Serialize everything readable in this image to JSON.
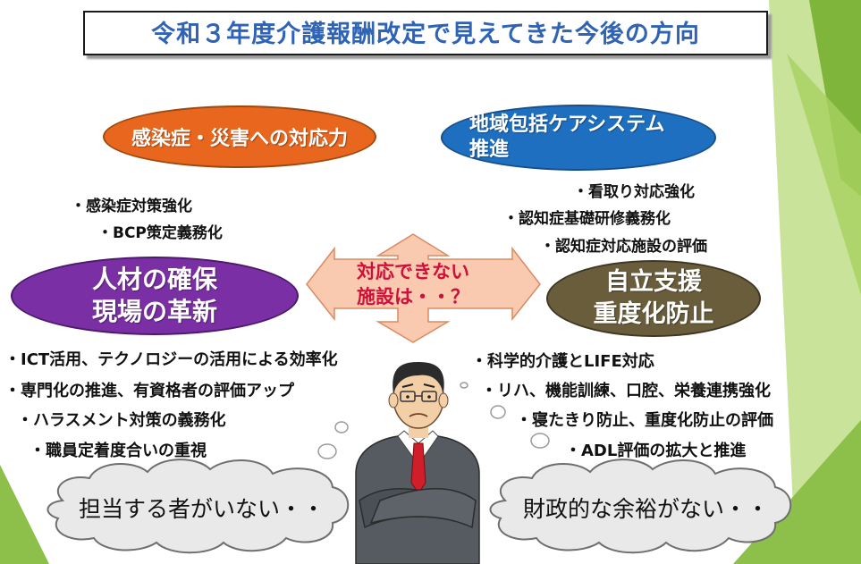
{
  "title": "令和３年度介護報酬改定で見えてきた今後の方向",
  "topics": {
    "infection": {
      "label": "感染症・災害への対応力",
      "color": "#e8661d",
      "items": [
        "・感染症対策強化",
        "・BCP策定義務化"
      ]
    },
    "community": {
      "line1": "地域包括ケアシステム",
      "line2": "推進",
      "color": "#1f6fc1",
      "items": [
        "・看取り対応強化",
        "・認知症基礎研修義務化",
        "・認知症対応施設の評価"
      ]
    },
    "staff": {
      "line1": "人材の確保",
      "line2": "現場の革新",
      "color": "#7a2fa5",
      "items": [
        "・ICT活用、テクノロジーの活用による効率化",
        "・専門化の推進、有資格者の評価アップ",
        "・ハラスメント対策の義務化",
        "・職員定着度合いの重視"
      ]
    },
    "independence": {
      "line1": "自立支援",
      "line2": "重度化防止",
      "color": "#6a5d3c",
      "items": [
        "・科学的介護とLIFE対応",
        "・リハ、機能訓練、口腔、栄養連携強化",
        "・寝たきり防止、重度化防止の評価",
        "・ADL評価の拡大と推進"
      ]
    }
  },
  "center": {
    "line1": "対応できない",
    "line2": "施設は・・？",
    "fill": "#f9c9b0",
    "text_color": "#d0103a"
  },
  "clouds": {
    "left": "担当する者がいない・・",
    "right": "財政的な余裕がない・・"
  },
  "decor": {
    "green_light": "#b4d86a",
    "green_dark": "#6fa52c"
  }
}
